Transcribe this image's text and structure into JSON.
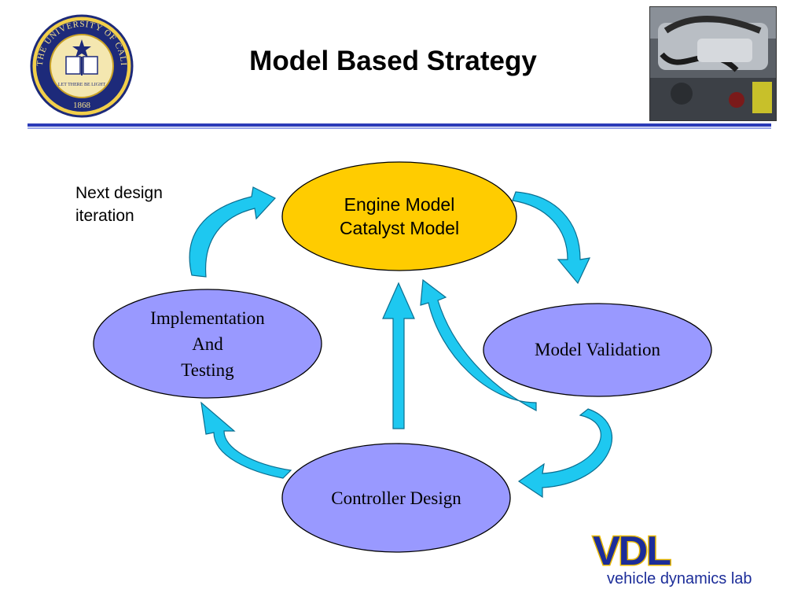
{
  "title": "Model Based Strategy",
  "note": [
    "Next design",
    "iteration"
  ],
  "nodes": {
    "engine": {
      "lines": [
        "Engine Model",
        "Catalyst Model"
      ],
      "fill": "#ffcc00"
    },
    "implementation": {
      "lines": [
        "Implementation",
        "And",
        "Testing"
      ],
      "fill": "#9999ff"
    },
    "validation": {
      "lines": [
        "Model Validation"
      ],
      "fill": "#9999ff"
    },
    "controller": {
      "lines": [
        "Controller Design"
      ],
      "fill": "#9999ff"
    }
  },
  "seal": {
    "text_top": "THE UNIVERSITY OF CALIFORNIA",
    "year": "1868",
    "motto": "LET THERE BE LIGHT"
  },
  "logo": {
    "letters": "VDL",
    "tagline": "vehicle dynamics lab",
    "letter_color": "#1c2d99",
    "outline_color": "#e8b800"
  },
  "colors": {
    "arrow": "#1ec8f0",
    "arrow_outline": "#0a6e90",
    "rule": "#2b3bb8"
  }
}
